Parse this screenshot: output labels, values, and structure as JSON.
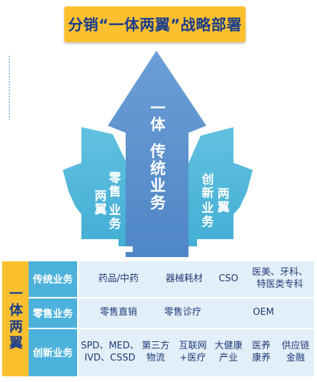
{
  "title": "分销“一体两翼”战略部署",
  "diagram": {
    "center_top": "一体",
    "center_main": "传统业务",
    "left_wing": [
      "零售",
      "两翼",
      "业务"
    ],
    "right_wing": [
      "创新",
      "业务",
      "两翼"
    ]
  },
  "table": {
    "left_header": "一体两翼",
    "rows": [
      {
        "header": "传统业务",
        "cells": [
          "药品/中药",
          "器械耗材",
          "CSO",
          "医美、牙科、\n特医类专科"
        ]
      },
      {
        "header": "零售业务",
        "cells": [
          "零售直销",
          "零售诊疗",
          "OEM"
        ]
      },
      {
        "header": "创新业务",
        "cells": [
          "SPD、MED、\nIVD、CSSD",
          "第三方\n物流",
          "互联网\n+医疗",
          "大健康\n产业",
          "医养\n康养",
          "供应链\n金融"
        ]
      }
    ]
  },
  "colors": {
    "title_bg": "#fcc02e",
    "title_text": "#1a3d8c",
    "center_arrow": "#5c93d0",
    "wing_arrow": "#4fb6d8",
    "row_header": "#4cb2dc",
    "row_bg": "#e3eff8"
  }
}
